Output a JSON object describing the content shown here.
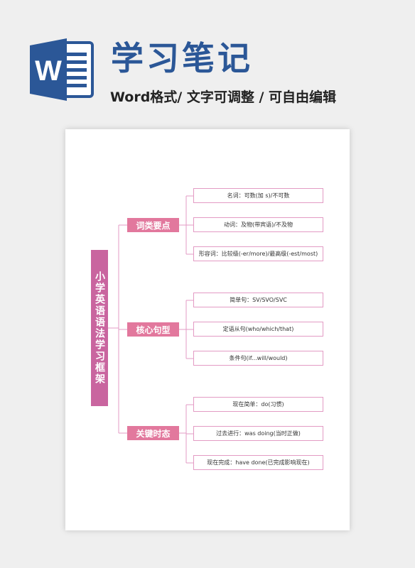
{
  "header": {
    "logo_letter": "W",
    "title": "学习笔记",
    "subtitle": "Word格式/ 文字可调整 / 可自由编辑"
  },
  "mindmap": {
    "root": "小学英语语法学习框架",
    "branches": [
      {
        "label": "词类要点",
        "leaves": [
          "名词：可数(加 s)/不可数",
          "动词：及物(带宾语)/不及物",
          "形容词：比较级(-er/more)/最高级(-est/most)"
        ]
      },
      {
        "label": "核心句型",
        "leaves": [
          "简单句：SV/SVO/SVC",
          "定语从句(who/which/that)",
          "条件句(if...will/would)"
        ]
      },
      {
        "label": "关键时态",
        "leaves": [
          "现在简单：do(习惯)",
          "过去进行：was doing(当时正做)",
          "现在完成：have done(已完成影响现在)"
        ]
      }
    ]
  },
  "colors": {
    "title_blue": "#2b5797",
    "root_fill": "#c9659f",
    "branch_fill": "#e2789d",
    "leaf_border": "#e39bc4",
    "connector": "#e39bc4"
  }
}
